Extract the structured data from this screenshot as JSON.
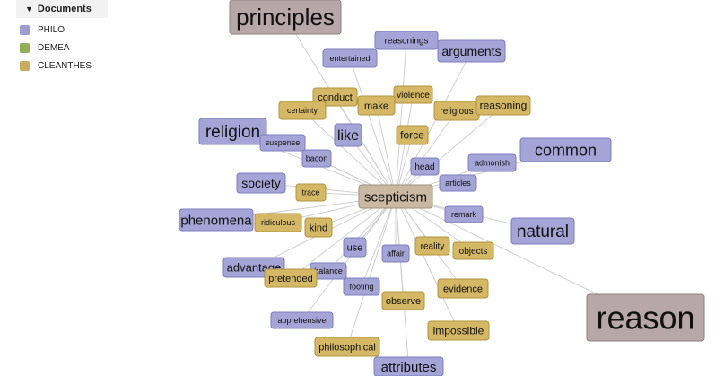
{
  "legend": {
    "title": "Documents",
    "items": [
      {
        "label": "PHILO",
        "color": "#9c9cd0"
      },
      {
        "label": "DEMEA",
        "color": "#8faf5b"
      },
      {
        "label": "CLEANTHES",
        "color": "#c9ad5c"
      }
    ]
  },
  "graph": {
    "center": {
      "label": "scepticism",
      "color": "#c6b49c"
    },
    "nodes": [
      {
        "label": "principles",
        "doc": "center"
      },
      {
        "label": "reasonings",
        "doc": "PHILO"
      },
      {
        "label": "arguments",
        "doc": "PHILO"
      },
      {
        "label": "entertained",
        "doc": "PHILO"
      },
      {
        "label": "conduct",
        "doc": "CLEANTHES"
      },
      {
        "label": "violence",
        "doc": "CLEANTHES"
      },
      {
        "label": "certainty",
        "doc": "CLEANTHES"
      },
      {
        "label": "make",
        "doc": "CLEANTHES"
      },
      {
        "label": "religious",
        "doc": "CLEANTHES"
      },
      {
        "label": "reasoning",
        "doc": "CLEANTHES"
      },
      {
        "label": "religion",
        "doc": "PHILO"
      },
      {
        "label": "like",
        "doc": "PHILO"
      },
      {
        "label": "force",
        "doc": "CLEANTHES"
      },
      {
        "label": "common",
        "doc": "PHILO"
      },
      {
        "label": "suspense",
        "doc": "PHILO"
      },
      {
        "label": "bacon",
        "doc": "PHILO"
      },
      {
        "label": "admonish",
        "doc": "PHILO"
      },
      {
        "label": "head",
        "doc": "PHILO"
      },
      {
        "label": "society",
        "doc": "PHILO"
      },
      {
        "label": "articles",
        "doc": "PHILO"
      },
      {
        "label": "trace",
        "doc": "CLEANTHES"
      },
      {
        "label": "remark",
        "doc": "PHILO"
      },
      {
        "label": "phenomena",
        "doc": "PHILO"
      },
      {
        "label": "ridiculous",
        "doc": "CLEANTHES"
      },
      {
        "label": "kind",
        "doc": "CLEANTHES"
      },
      {
        "label": "natural",
        "doc": "PHILO"
      },
      {
        "label": "use",
        "doc": "PHILO"
      },
      {
        "label": "reality",
        "doc": "CLEANTHES"
      },
      {
        "label": "affair",
        "doc": "PHILO"
      },
      {
        "label": "objects",
        "doc": "CLEANTHES"
      },
      {
        "label": "advantage",
        "doc": "PHILO"
      },
      {
        "label": "balance",
        "doc": "PHILO"
      },
      {
        "label": "pretended",
        "doc": "CLEANTHES"
      },
      {
        "label": "footing",
        "doc": "PHILO"
      },
      {
        "label": "evidence",
        "doc": "CLEANTHES"
      },
      {
        "label": "observe",
        "doc": "CLEANTHES"
      },
      {
        "label": "apprehensive",
        "doc": "PHILO"
      },
      {
        "label": "impossible",
        "doc": "CLEANTHES"
      },
      {
        "label": "reason",
        "doc": "center"
      },
      {
        "label": "philosophical",
        "doc": "CLEANTHES"
      },
      {
        "label": "attributes",
        "doc": "PHILO"
      }
    ]
  }
}
